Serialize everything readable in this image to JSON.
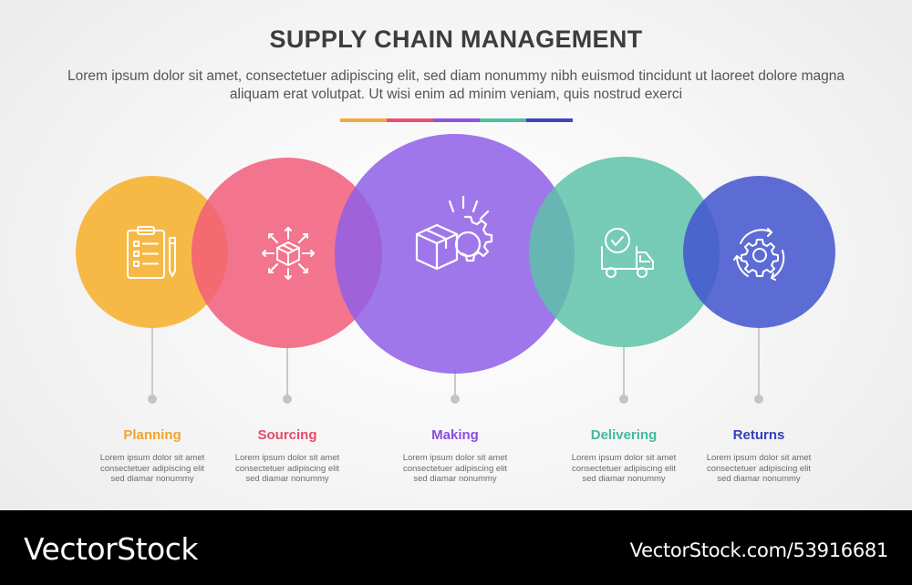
{
  "title": "SUPPLY CHAIN MANAGEMENT",
  "subtitle": "Lorem ipsum dolor sit amet, consectetuer adipiscing elit, sed diam nonummy nibh euismod tincidunt ut laoreet dolore magna aliquam erat volutpat. Ut wisi enim ad minim veniam, quis nostrud exerci",
  "colors": {
    "planning": "#f7b02e",
    "sourcing": "#f25a78",
    "making": "#8f5fe6",
    "delivering": "#5cc2a8",
    "returns": "#4355cf"
  },
  "steps": [
    {
      "title": "Planning",
      "icon": "clipboard-checklist-icon",
      "desc": [
        "Lorem ipsum dolor sit amet",
        "consectetuer adipiscing elit",
        "sed diamar nonummy"
      ]
    },
    {
      "title": "Sourcing",
      "icon": "box-network-icon",
      "desc": [
        "Lorem ipsum dolor sit amet",
        "consectetuer adipiscing elit",
        "sed diamar nonummy"
      ]
    },
    {
      "title": "Making",
      "icon": "box-gear-icon",
      "desc": [
        "Lorem ipsum dolor sit amet",
        "consectetuer adipiscing elit",
        "sed diamar nonummy"
      ]
    },
    {
      "title": "Delivering",
      "icon": "delivery-truck-check-icon",
      "desc": [
        "Lorem ipsum dolor sit amet",
        "consectetuer adipiscing elit",
        "sed diamar nonummy"
      ]
    },
    {
      "title": "Returns",
      "icon": "gear-cycle-icon",
      "desc": [
        "Lorem ipsum dolor sit amet",
        "consectetuer adipiscing elit",
        "sed diamar nonummy"
      ]
    }
  ],
  "footer": {
    "brand": "VectorStock",
    "image_id": "VectorStock.com/53916681"
  }
}
